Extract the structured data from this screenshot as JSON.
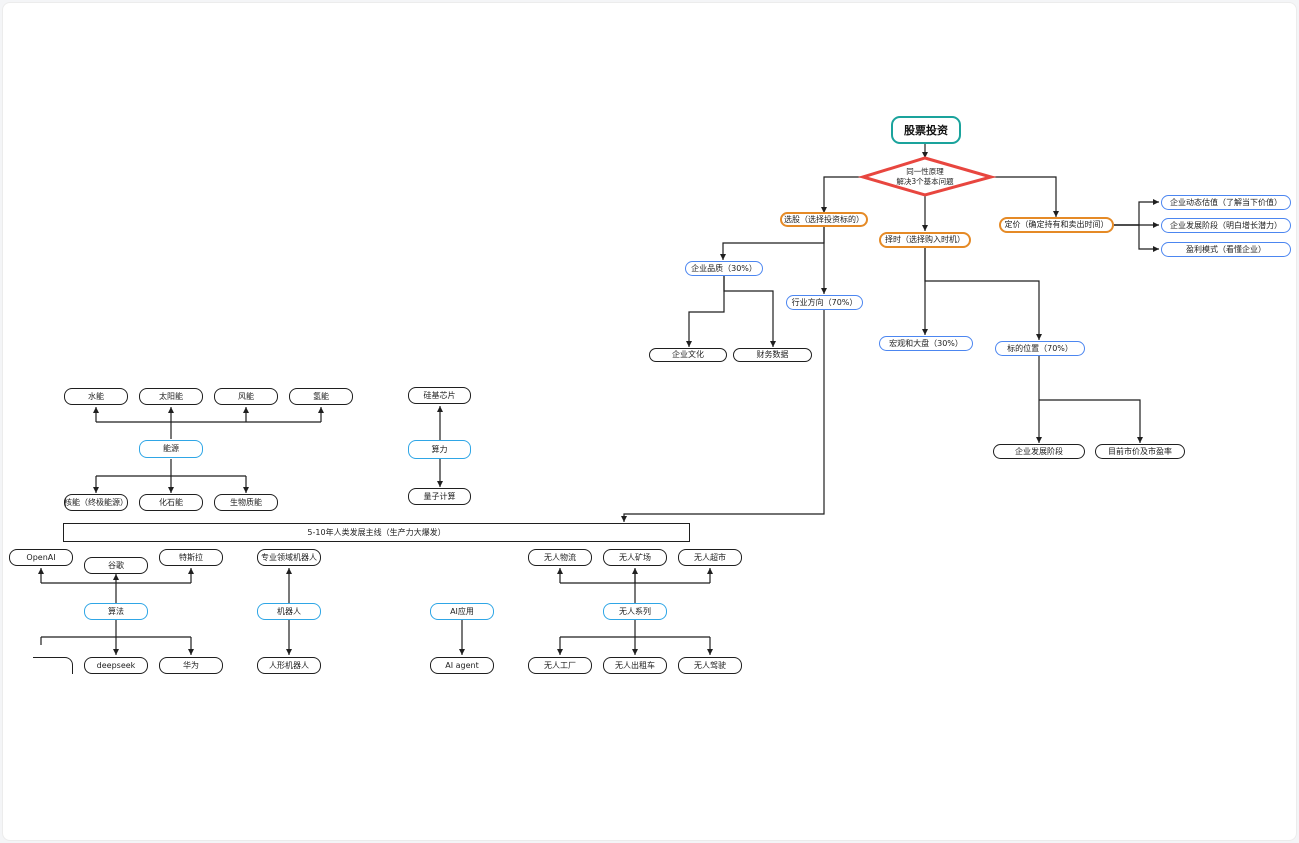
{
  "root": "股票投资",
  "decision": {
    "line1": "同一性原理",
    "line2": "解决3个基本问题"
  },
  "selection": {
    "label": "选股（选择投资标的）",
    "quality": "企业品质（30%）",
    "culture": "企业文化",
    "financial": "财务数据",
    "industry": "行业方向（70%）"
  },
  "timing": {
    "label": "择时（选择购入时机）",
    "macro": "宏观和大盘（30%）",
    "position": "标的位置（70%）",
    "stage": "企业发展阶段",
    "pe": "目前市价及市盈率"
  },
  "pricing": {
    "label": "定价（确定持有和卖出时间）",
    "value": "企业动态估值（了解当下价值）",
    "development": "企业发展阶段（明白增长潜力）",
    "profit": "盈利模式（看懂企业）"
  },
  "energy": {
    "label": "能源",
    "hydro": "水能",
    "solar": "太阳能",
    "wind": "风能",
    "hydrogen": "氢能",
    "nuclear": "核能（终极能源）",
    "fossil": "化石能",
    "bio": "生物质能"
  },
  "compute": {
    "label": "算力",
    "chip": "硅基芯片",
    "quantum": "量子计算"
  },
  "mainline": "5-10年人类发展主线（生产力大爆发）",
  "algorithm": {
    "label": "算法",
    "openai": "OpenAI",
    "google": "谷歌",
    "tesla": "特斯拉",
    "deepseek": "deepseek",
    "huawei": "华为"
  },
  "robot": {
    "label": "机器人",
    "industrial": "专业领域机器人",
    "humanoid": "人形机器人"
  },
  "ai_app": {
    "label": "AI应用",
    "agent": "AI agent"
  },
  "unmanned": {
    "label": "无人系列",
    "logistics": "无人物流",
    "mine": "无人矿场",
    "supermarket": "无人超市",
    "factory": "无人工厂",
    "taxi": "无人出租车",
    "driving": "无人驾驶"
  },
  "colors": {
    "black": "#1f1f1f",
    "blue": "#4c86f0",
    "cyan": "#2fa6e6",
    "orange": "#e58a26",
    "teal": "#1aa39c",
    "red": "#e8463f"
  }
}
